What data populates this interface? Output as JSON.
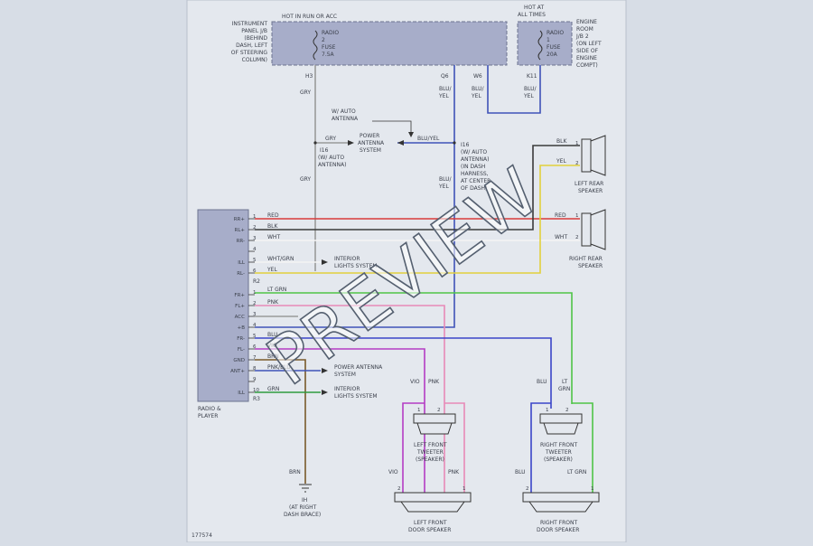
{
  "labels": {
    "hot_run_acc": "HOT IN RUN OR ACC",
    "hot_all_times_1": "HOT AT",
    "hot_all_times_2": "ALL TIMES",
    "ip_jb": [
      "INSTRUMENT",
      "PANEL J/B",
      "(BEHIND",
      "DASH, LEFT",
      "OF STEERING",
      "COLUMN)"
    ],
    "er_jb": [
      "ENGINE",
      "ROOM",
      "J/B 2",
      "(ON LEFT",
      "SIDE OF",
      "ENGINE",
      "COMPT)"
    ],
    "fuse_radio2": [
      "RADIO",
      "2",
      "FUSE",
      "7.5A"
    ],
    "fuse_radio1": [
      "RADIO",
      "1",
      "FUSE",
      "20A"
    ],
    "conn_h3": "H3",
    "conn_q6": "Q6",
    "conn_w6": "W6",
    "conn_k11": "K11",
    "gry": "GRY",
    "blu_yel": [
      "BLU/",
      "YEL"
    ],
    "blu_yel_inline": "BLU/YEL",
    "w_auto_ant": [
      "W/ AUTO",
      "ANTENNA"
    ],
    "power_ant_sys": [
      "POWER",
      "ANTENNA",
      "SYSTEM"
    ],
    "i16_left": [
      "I16",
      "(W/ AUTO",
      "ANTENNA)"
    ],
    "i16_right": [
      "I16",
      "(W/ AUTO",
      "ANTENNA)",
      "(IN DASH",
      "HARNESS,",
      "AT CENTER",
      "OF DASH)"
    ],
    "radio_player": [
      "RADIO &",
      "PLAYER"
    ],
    "r2": "R2",
    "r3": "R3",
    "radio_pins_a": [
      "RR+",
      "RL+",
      "RR-",
      "",
      "ILL",
      "RL-"
    ],
    "radio_pins_b": [
      "FR+",
      "FL+",
      "ACC",
      "+B",
      "FR-",
      "FL-",
      "GND",
      "ANT+",
      "",
      "ILL"
    ],
    "pin_nums_a": [
      "1",
      "2",
      "3",
      "4",
      "5",
      "6"
    ],
    "pin_nums_b": [
      "1",
      "2",
      "3",
      "4",
      "5",
      "6",
      "7",
      "8",
      "9",
      "10"
    ],
    "wire_red": "RED",
    "wire_blk": "BLK",
    "wire_wht": "WHT",
    "wire_whtgrn": "WHT/GRN",
    "wire_yel": "YEL",
    "wire_ltgrn": "LT GRN",
    "wire_pnk": "PNK",
    "wire_blu": "BLU",
    "wire_vio": "VIO",
    "wire_brn": "BRN",
    "wire_pnkblu": "PNK/BLU",
    "wire_grn": "GRN",
    "lt_grn_split": [
      "LT",
      "GRN"
    ],
    "interior_lights": [
      "INTERIOR",
      "LIGHTS SYSTEM"
    ],
    "power_antenna_system": [
      "POWER ANTENNA",
      "SYSTEM"
    ],
    "left_rear_spk": [
      "LEFT REAR",
      "SPEAKER"
    ],
    "right_rear_spk": [
      "RIGHT REAR",
      "SPEAKER"
    ],
    "lf_tweeter": [
      "LEFT FRONT",
      "TWEETER",
      "(SPEAKER)"
    ],
    "rf_tweeter": [
      "RIGHT FRONT",
      "TWEETER",
      "(SPEAKER)"
    ],
    "lf_door": [
      "LEFT FRONT",
      "DOOR SPEAKER"
    ],
    "rf_door": [
      "RIGHT FRONT",
      "DOOR SPEAKER"
    ],
    "ground_ih": [
      "IH",
      "(AT RIGHT",
      "DASH BRACE)"
    ],
    "spk_pin_1": "1",
    "spk_pin_2": "2",
    "figure_id": "177574",
    "watermark": "PREVIEW"
  },
  "colors": {
    "background": "#d7dde6",
    "sheet": "#e4e8ee",
    "jb_box": "#a7adc9",
    "radio_box": "#a7adc9",
    "red": "#d93a3a",
    "black": "#3a3a3a",
    "white": "#f4f4f4",
    "yellow": "#e2d03c",
    "lt_green": "#4fc447",
    "pink": "#e889b7",
    "blue": "#3b45c8",
    "violet": "#b43cc4",
    "brown": "#7a5a2a",
    "gray": "#9a9a9a",
    "green": "#2f9a3f",
    "blu_yel": "#3f53b8"
  }
}
